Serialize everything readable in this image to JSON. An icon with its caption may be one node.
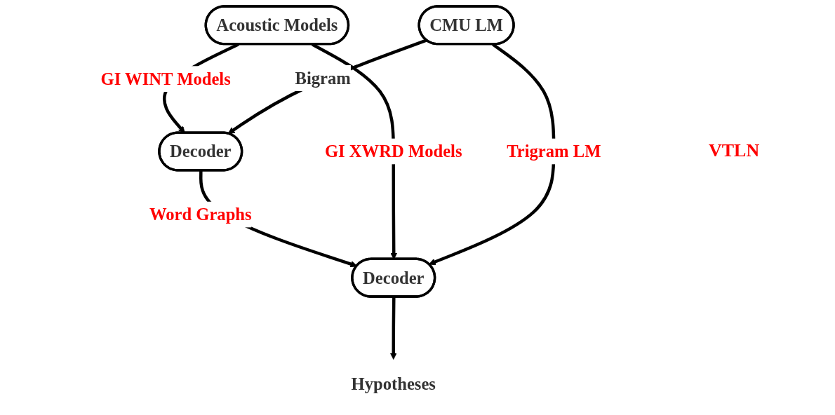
{
  "diagram": {
    "nodes": [
      {
        "text": [
          "Acoustic Models"
        ]
      },
      {
        "text": [
          "Decoder"
        ]
      },
      {
        "text": [
          "CMU LM"
        ]
      },
      {
        "text": [
          "Decoder"
        ]
      },
      {
        "text": [
          "Hypotheses"
        ]
      }
    ],
    "edges": [
      {
        "from": 0,
        "to": 1,
        "arrow": "to",
        "label": "GI WINT Models"
      },
      {
        "from": 2,
        "to": 1,
        "arrow": "to",
        "label": "Bigram"
      },
      {
        "from": 1,
        "to": 3,
        "arrow": "to",
        "label": "Word Graphs"
      },
      {
        "from": 0,
        "to": 3,
        "arrow": "to",
        "label": "GI XWRD Models"
      },
      {
        "from": 2,
        "to": 3,
        "arrow": "to",
        "label": "Trigram LM"
      },
      {
        "from": 3,
        "to": 4,
        "arrow": "to"
      }
    ],
    "labels": [
      "VTLN"
    ]
  }
}
